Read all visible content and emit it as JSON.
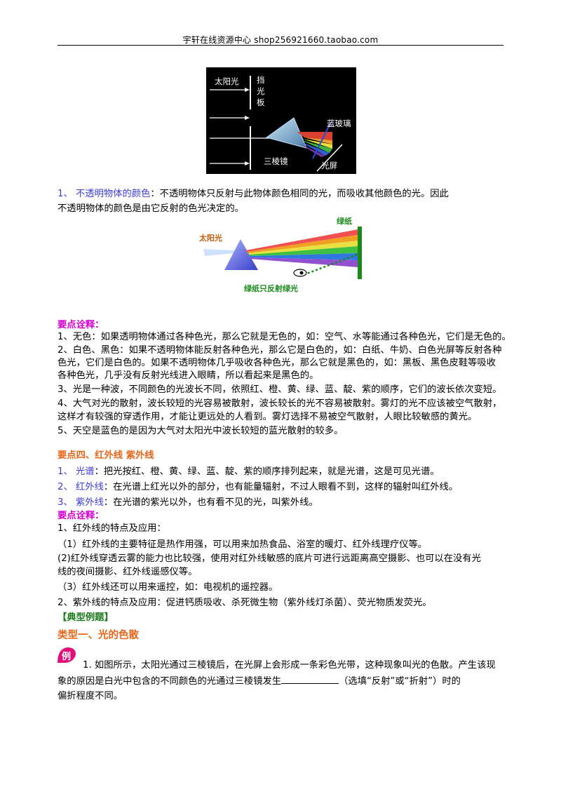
{
  "header": {
    "text": "宇轩在线资源中心   shop256921660.taobao.com"
  },
  "figure1": {
    "labels": {
      "sunlight": "太阳光",
      "baffle": "挡光板",
      "blue_glass": "蓝玻璃",
      "prism": "三棱镜",
      "screen": "光屏"
    }
  },
  "opaque": {
    "title": "1、 不透明物体的颜色",
    "text1": "：不透明物体只反射与此物体颜色相同的光，而吸收其他颜色的光。因此",
    "text2": "不透明物体的颜色是由它反射的色光决定的。"
  },
  "figure2": {
    "labels": {
      "sunlight": "太阳光",
      "green_paper": "绿纸",
      "caption": "绿纸只反射绿光"
    }
  },
  "notes1": {
    "heading": "要点诠释：",
    "lines": [
      "1、无色：如果透明物体通过各种色光，那么它就是无色的，如：空气、水等能通过各种色光，它们是无色的。",
      "2、白色、黑色：如果不透明物体能反射各种色光，那么它是白色的，如：白纸、牛奶、白色光屏等反射各种",
      "色光，它们是白色的。如果不透明物体几乎吸收各种色光，那么它就是黑色的，如：黑板、黑色皮鞋等吸收",
      "各种色光，几乎没有反射光线进入眼睛，所以看起来是黑色的。",
      "3、光是一种波，不同颜色的光波长不同，依照红、橙、黄、绿、蓝、靛、紫的顺序，它们的波长依次变短。",
      "4、大气对光的散射，波长较短的光容易被散射，波长较长的光不容易被散射。雾灯的光不应该被空气散射，",
      "这样才有较强的穿透作用，才能让更远处的人看到。雾灯选择不易被空气散射，人眼比较敏感的黄光。",
      "5、天空是蓝色的是因为大气对太阳光中波长较短的蓝光散射的较多。"
    ]
  },
  "point4": {
    "heading": "要点四、红外线  紫外线",
    "items": [
      {
        "term": "1、 光谱",
        "text": "：把光按红、橙、黄、绿、蓝、靛、紫的顺序排列起来，就是光谱，这是可见光谱。"
      },
      {
        "term": "2、 红外线",
        "text": "：在光谱上红光以外的部分，也有能量辐射，不过人眼看不到，这样的辐射叫红外线。"
      },
      {
        "term": "3、 紫外线",
        "text": "：在光谱的紫光以外，也有看不见的光，叫紫外线。"
      }
    ]
  },
  "notes2": {
    "heading": "要点诠释：",
    "lines": [
      "1、红外线的特点及应用：",
      "（1）红外线的主要特征是热作用强，可以用来加热食品、浴室的暖灯、红外线理疗仪等。",
      "(2)红外线穿透云雾的能力也比较强，使用对红外线敏感的底片可进行远距离高空摄影、也可以在没有光",
      "线的夜间摄影、红外线遥感仪等。",
      "（3）红外线还可以用来遥控，如：电视机的遥控器。",
      "2、紫外线的特点及应用：促进钙质吸收、杀死微生物（紫外线灯杀菌）、荧光物质发荧光。"
    ]
  },
  "examples": {
    "heading": "【典型例题】",
    "type1": "类型一、光的色散",
    "badge": "例",
    "q1_line1": "1. 如图所示，太阳光通过三棱镜后，在光屏上会形成一条彩色光带，这种现象叫光的色散。产生该现",
    "q1_line2a": "象的原因是白光中包含的不同颜色的光通过三棱镜发生",
    "q1_line2b": "（选填“反射”或“折射”）时的",
    "q1_line3": "偏折程度不同。"
  },
  "colors": {
    "blue_term": "#3b3bdc",
    "magenta_heading": "#d300d3",
    "orange_heading": "#e8661a",
    "green_paper": "#1a8a1a"
  }
}
